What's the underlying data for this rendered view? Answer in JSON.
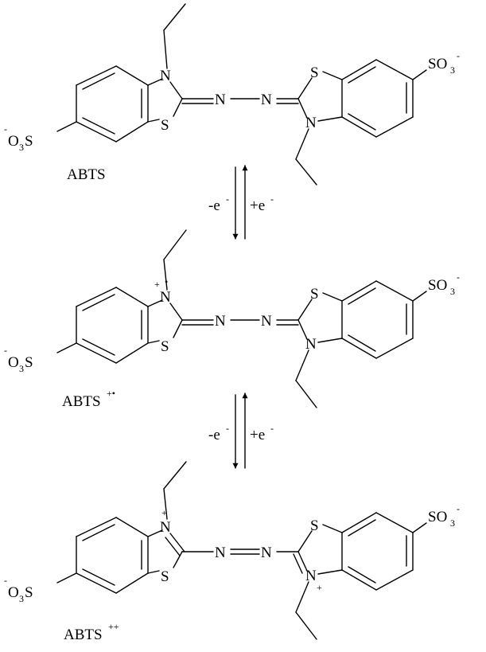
{
  "atoms": {
    "N": "N",
    "S": "S",
    "O3S_prefix": "O",
    "O3S_sub": "3",
    "O3S_S": "S",
    "SO3_S": "SO",
    "SO3_sub": "3",
    "minus": "-",
    "plus": "+",
    "radical": "•"
  },
  "structures": [
    {
      "label_main": "ABTS",
      "label_sup": ""
    },
    {
      "label_main": "ABTS",
      "label_sup": "+•"
    },
    {
      "label_main": "ABTS",
      "label_sup": "++"
    }
  ],
  "equilibria": [
    {
      "left": "-e",
      "left_sup": "-",
      "right": "+e",
      "right_sup": "-"
    },
    {
      "left": "-e",
      "left_sup": "-",
      "right": "+e",
      "right_sup": "-"
    }
  ]
}
